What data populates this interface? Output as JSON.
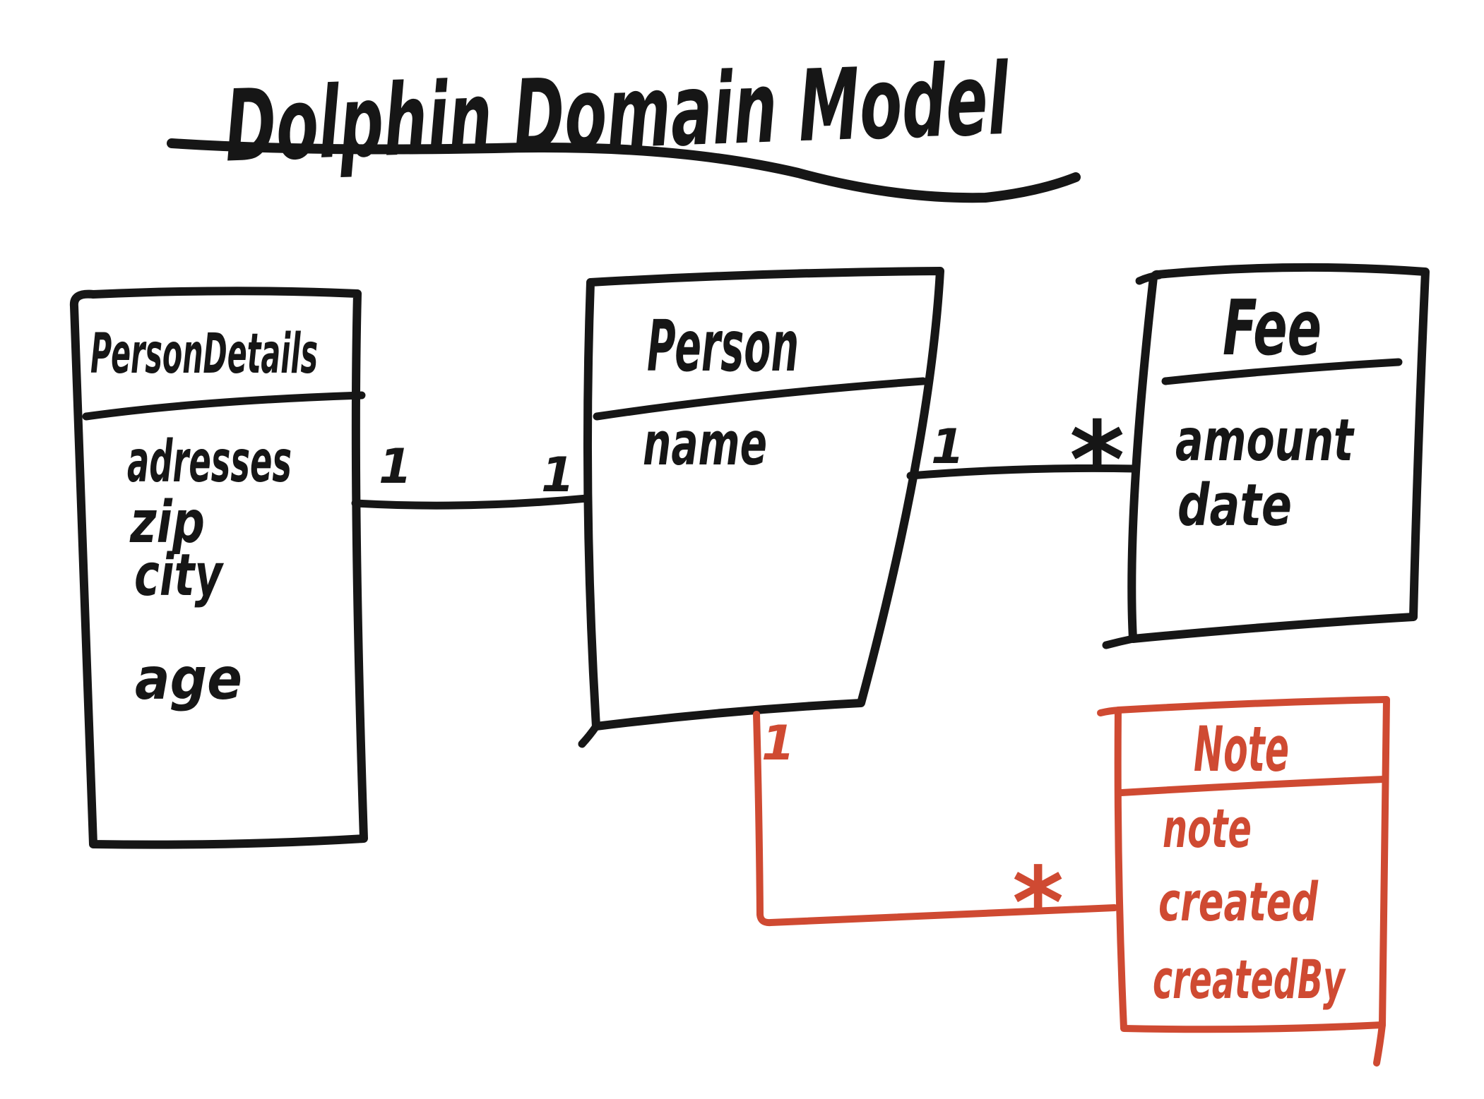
{
  "title": "Dolphin Domain Model",
  "colors": {
    "ink": "#161616",
    "accent": "#cf4a32",
    "background": "#ffffff"
  },
  "entities": [
    {
      "id": "persondetails",
      "name": "PersonDetails",
      "attributes": [
        "adresses",
        "zip",
        "city",
        "age"
      ],
      "ink": "black"
    },
    {
      "id": "person",
      "name": "Person",
      "attributes": [
        "name"
      ],
      "ink": "black"
    },
    {
      "id": "fee",
      "name": "Fee",
      "attributes": [
        "amount",
        "date"
      ],
      "ink": "black"
    },
    {
      "id": "note",
      "name": "Note",
      "attributes": [
        "note",
        "created",
        "createdBy"
      ],
      "ink": "red"
    }
  ],
  "relationships": [
    {
      "from": "PersonDetails",
      "to": "Person",
      "from_multiplicity": "1",
      "to_multiplicity": "1",
      "ink": "black"
    },
    {
      "from": "Person",
      "to": "Fee",
      "from_multiplicity": "1",
      "to_multiplicity": "*",
      "ink": "black"
    },
    {
      "from": "Person",
      "to": "Note",
      "from_multiplicity": "1",
      "to_multiplicity": "*",
      "ink": "red"
    }
  ]
}
